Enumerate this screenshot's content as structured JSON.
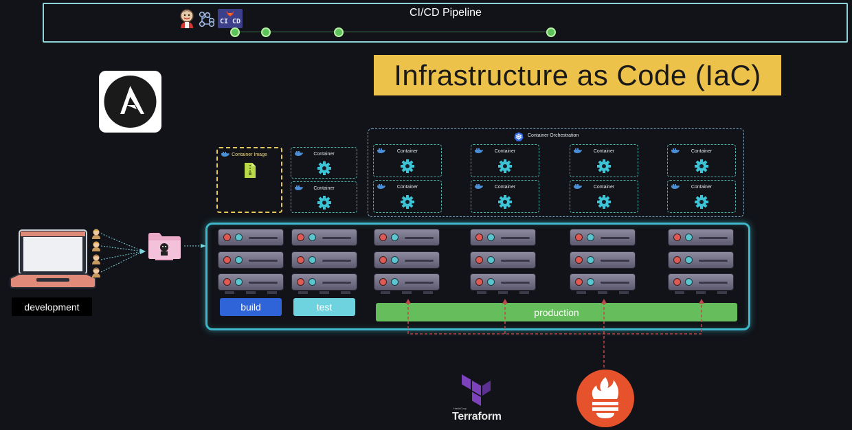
{
  "pipeline": {
    "title": "CI/CD Pipeline",
    "cicd_badge": "CI CD"
  },
  "banner": {
    "title": "Infrastructure as Code (IaC)"
  },
  "image_box": {
    "label": "Container Image"
  },
  "orchestration": {
    "label": "Container Orchestration"
  },
  "container_label": "Container",
  "environments": {
    "build": "build",
    "test": "test",
    "production": "production"
  },
  "development": {
    "label": "development"
  },
  "terraform": {
    "brand": "HashiCorp",
    "name": "Terraform"
  },
  "colors": {
    "pipeline_border": "#8fd4d8",
    "banner": "#edc24a",
    "build": "#2f63d8",
    "test": "#6fd3df",
    "production": "#66bd5c",
    "server_group_border": "#3fb9c9",
    "prometheus": "#e6522c",
    "terraform": "#7b42bc",
    "monitor_lines": "#c0474a"
  },
  "icons": [
    "jenkins-icon",
    "git-icon",
    "gitlab-cicd-icon",
    "ansible-icon",
    "docker-icon",
    "kubernetes-icon",
    "gear-icon",
    "zip-file-icon",
    "server-icon",
    "laptop-icon",
    "developer-icon",
    "git-folder-icon",
    "terraform-icon",
    "prometheus-icon"
  ]
}
